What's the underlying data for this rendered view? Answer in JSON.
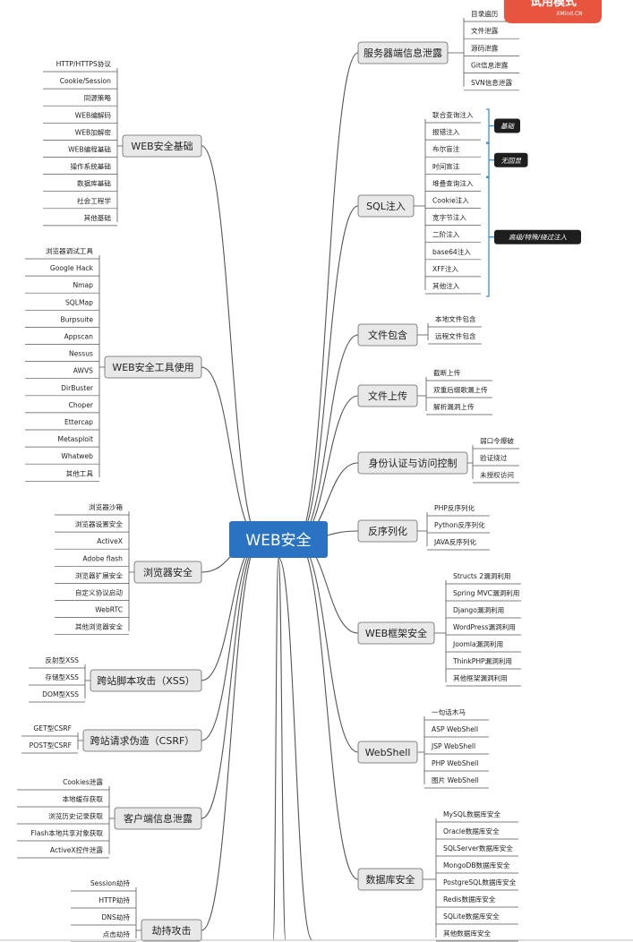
{
  "center": "WEB安全",
  "trial_badge": {
    "title": "试用模式",
    "sub": "XMind.CN"
  },
  "right": [
    {
      "topic": "服务器端信息泄露",
      "items": [
        "目录遍历",
        "文件泄露",
        "源码泄露",
        "Git信息泄露",
        "SVN信息泄露"
      ]
    },
    {
      "topic": "SQL注入",
      "items": [
        "联合查询注入",
        "报错注入",
        "布尔盲注",
        "时间盲注",
        "堆叠查询注入",
        "Cookie注入",
        "宽字节注入",
        "二阶注入",
        "base64注入",
        "XFF注入",
        "其他注入"
      ],
      "groups": [
        {
          "label": "基础",
          "from": 0,
          "to": 1
        },
        {
          "label": "无回显",
          "from": 2,
          "to": 3
        },
        {
          "label": "高级/特殊/绕过注入",
          "from": 4,
          "to": 10
        }
      ]
    },
    {
      "topic": "文件包含",
      "items": [
        "本地文件包含",
        "远程文件包含"
      ]
    },
    {
      "topic": "文件上传",
      "items": [
        "截断上传",
        "双重后缀歌漏上传",
        "解析漏洞上传"
      ]
    },
    {
      "topic": "身份认证与访问控制",
      "items": [
        "弱口令爆破",
        "验证绕过",
        "未授权访问"
      ]
    },
    {
      "topic": "反序列化",
      "items": [
        "PHP反序列化",
        "Python反序列化",
        "JAVA反序列化"
      ]
    },
    {
      "topic": "WEB框架安全",
      "items": [
        "Structs 2漏洞利用",
        "Spring MVC漏洞利用",
        "Django漏洞利用",
        "WordPress漏洞利用",
        "Joomla漏洞利用",
        "ThinkPHP漏洞利用",
        "其他框架漏洞利用"
      ]
    },
    {
      "topic": "WebShell",
      "items": [
        "一句话木马",
        "ASP WebShell",
        "JSP WebShell",
        "PHP WebShell",
        "图片 WebShell"
      ]
    },
    {
      "topic": "数据库安全",
      "items": [
        "MySQL数据库安全",
        "Oracle数据库安全",
        "SQLServer数据库安全",
        "MongoDB数据库安全",
        "PostgreSQL数据库安全",
        "Redis数据库安全",
        "SQLite数据库安全",
        "其他数据库安全"
      ]
    }
  ],
  "left": [
    {
      "topic": "WEB安全基础",
      "items": [
        "HTTP/HTTPS协议",
        "Cookie/Session",
        "同源策略",
        "WEB编解码",
        "WEB加解密",
        "WEB编程基础",
        "操作系统基础",
        "数据库基础",
        "社会工程学",
        "其他基础"
      ]
    },
    {
      "topic": "WEB安全工具使用",
      "items": [
        "浏览器调试工具",
        "Google Hack",
        "Nmap",
        "SQLMap",
        "Burpsuite",
        "Appscan",
        "Nessus",
        "AWVS",
        "DirBuster",
        "Choper",
        "Ettercap",
        "Metasploit",
        "Whatweb",
        "其他工具"
      ]
    },
    {
      "topic": "浏览器安全",
      "items": [
        "浏览器沙箱",
        "浏览器设置安全",
        "ActiveX",
        "Adobe flash",
        "浏览器扩展安全",
        "自定义协议启动",
        "WebRTC",
        "其他浏览器安全"
      ]
    },
    {
      "topic": "跨站脚本攻击（XSS）",
      "items": [
        "反射型XSS",
        "存储型XSS",
        "DOM型XSS"
      ]
    },
    {
      "topic": "跨站请求伪造（CSRF）",
      "items": [
        "GET型CSRF",
        "POST型CSRF"
      ]
    },
    {
      "topic": "客户端信息泄露",
      "items": [
        "Cookies泄露",
        "本地缓存获取",
        "浏览历史记录获取",
        "Flash本地共享对象获取",
        "ActiveX控件泄露"
      ]
    },
    {
      "topic": "劫持攻击",
      "items": [
        "Session劫持",
        "HTTP劫持",
        "DNS劫持",
        "点击劫持"
      ]
    }
  ],
  "colors": {
    "center_fill": "#2a73c3",
    "topic_fill": "#e8e8e8",
    "topic_stroke": "#666666",
    "line": "#555555",
    "bracket": "#3a8de0",
    "tag_fill": "#1e1e1e",
    "badge": "#e8553f"
  }
}
